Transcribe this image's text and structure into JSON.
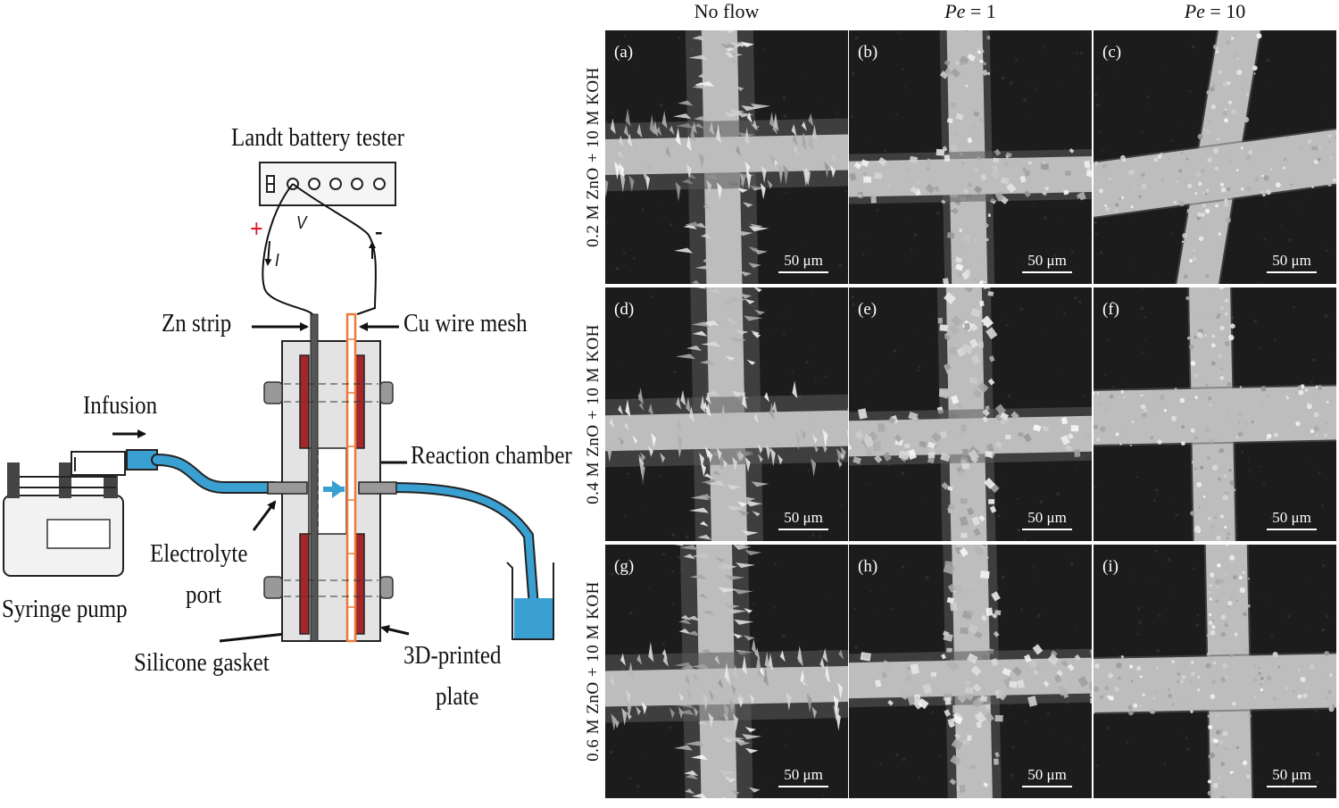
{
  "schematic": {
    "tester_label": "Landt battery tester",
    "plus_sign": "+",
    "minus_sign": "-",
    "voltage_symbol": "V",
    "current_symbol": "I",
    "zn_strip": "Zn strip",
    "cu_mesh": "Cu wire mesh",
    "infusion": "Infusion",
    "reaction_chamber": "Reaction chamber",
    "electrolyte_line1": "Electrolyte",
    "electrolyte_line2": "port",
    "syringe_pump": "Syringe pump",
    "silicone_gasket": "Silicone gasket",
    "printed_plate_line1": "3D-printed",
    "printed_plate_line2": "plate",
    "colors": {
      "electrolyte": "#3a9fd1",
      "gasket": "#a3262a",
      "mesh": "#e87a3c",
      "plate": "#e3e3e3",
      "positive": "#d81e2a"
    }
  },
  "sem": {
    "columns": [
      {
        "label": "No flow"
      },
      {
        "label_italic": "Pe",
        "label_rest": " = 1"
      },
      {
        "label_italic": "Pe",
        "label_rest": " = 10"
      }
    ],
    "rows": [
      {
        "label": "0.2 M ZnO + 10 M KOH"
      },
      {
        "label": "0.4 M ZnO + 10 M KOH"
      },
      {
        "label": "0.6 M ZnO + 10 M KOH"
      }
    ],
    "scale_bar": "50 μm",
    "panels": [
      {
        "letter": "(a)",
        "morphology": "dendritic"
      },
      {
        "letter": "(b)",
        "morphology": "mossy"
      },
      {
        "letter": "(c)",
        "morphology": "compact"
      },
      {
        "letter": "(d)",
        "morphology": "dendritic"
      },
      {
        "letter": "(e)",
        "morphology": "granular"
      },
      {
        "letter": "(f)",
        "morphology": "compact"
      },
      {
        "letter": "(g)",
        "morphology": "dendritic"
      },
      {
        "letter": "(h)",
        "morphology": "granular"
      },
      {
        "letter": "(i)",
        "morphology": "compact"
      }
    ]
  }
}
